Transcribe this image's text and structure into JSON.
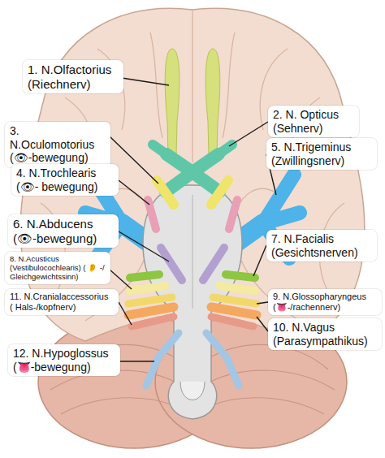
{
  "diagram": {
    "nodes": [
      {
        "text": [
          "1. N.Olfactorius (Riechnerv)"
        ]
      },
      {
        "text": [
          "2. N. Opticus (Sehnerv)"
        ]
      },
      {
        "text": [
          "3. N.Oculomotorius (👁-bewegung)"
        ]
      },
      {
        "text": [
          "4. N.Trochlearis (👁- bewegung)"
        ]
      },
      {
        "text": [
          "5. N.Trigeminus (Zwillingsnerv)"
        ]
      },
      {
        "text": [
          "6. N.Abducens (👁-bewegung)"
        ]
      },
      {
        "text": [
          "7. N.Facialis (Gesichtsnerven)"
        ]
      },
      {
        "text": [
          "8. N.Acusticus (Vestibulocochlearis) ( 👂 -/ Gleichgewichtssinn)"
        ]
      },
      {
        "text": [
          "9. N.Glossopharyngeus (👅-/rachennerv)"
        ]
      },
      {
        "text": [
          "10. N.Vagus (Parasympathikus)"
        ]
      },
      {
        "text": [
          "11. N.Cranialaccessorius ( Hals-/kopfnerv)"
        ]
      },
      {
        "text": [
          "12. N.Hypoglossus (👅-bewegung)"
        ]
      }
    ]
  }
}
